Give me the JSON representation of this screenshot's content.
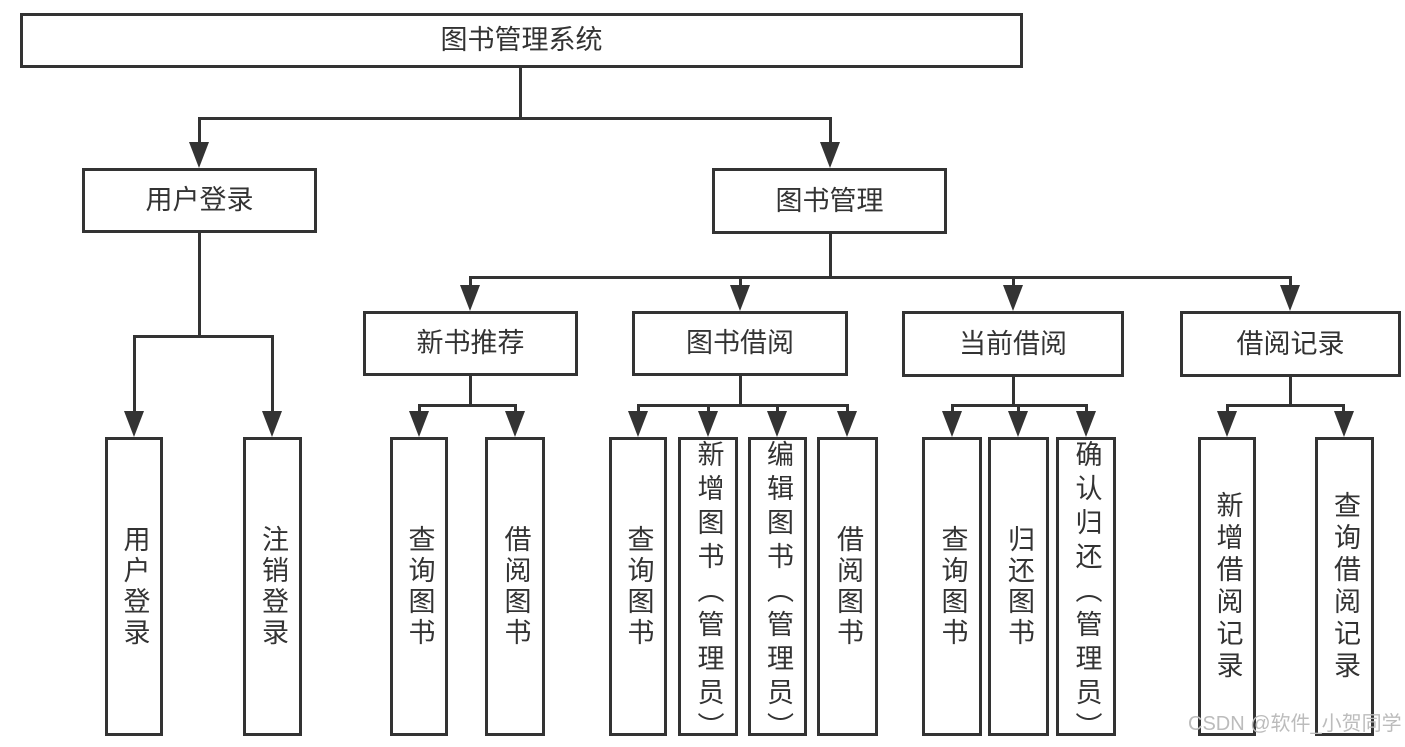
{
  "tree": {
    "root": "图书管理系统",
    "branches": [
      {
        "label": "用户登录",
        "children": [
          "用户登录",
          "注销登录"
        ]
      },
      {
        "label": "图书管理",
        "children": [
          {
            "label": "新书推荐",
            "children": [
              "查询图书",
              "借阅图书"
            ]
          },
          {
            "label": "图书借阅",
            "children": [
              "查询图书",
              "新增图书（管理员）",
              "编辑图书（管理员）",
              "借阅图书"
            ]
          },
          {
            "label": "当前借阅",
            "children": [
              "查询图书",
              "归还图书",
              "确认归还（管理员）"
            ]
          },
          {
            "label": "借阅记录",
            "children": [
              "新增借阅记录",
              "查询借阅记录"
            ]
          }
        ]
      }
    ]
  },
  "watermark": {
    "text": "CSDN @软件_小贺同学"
  },
  "colors": {
    "line": "#333333",
    "text": "#333333",
    "watermark": "#bcbcbc",
    "background": "#ffffff"
  }
}
